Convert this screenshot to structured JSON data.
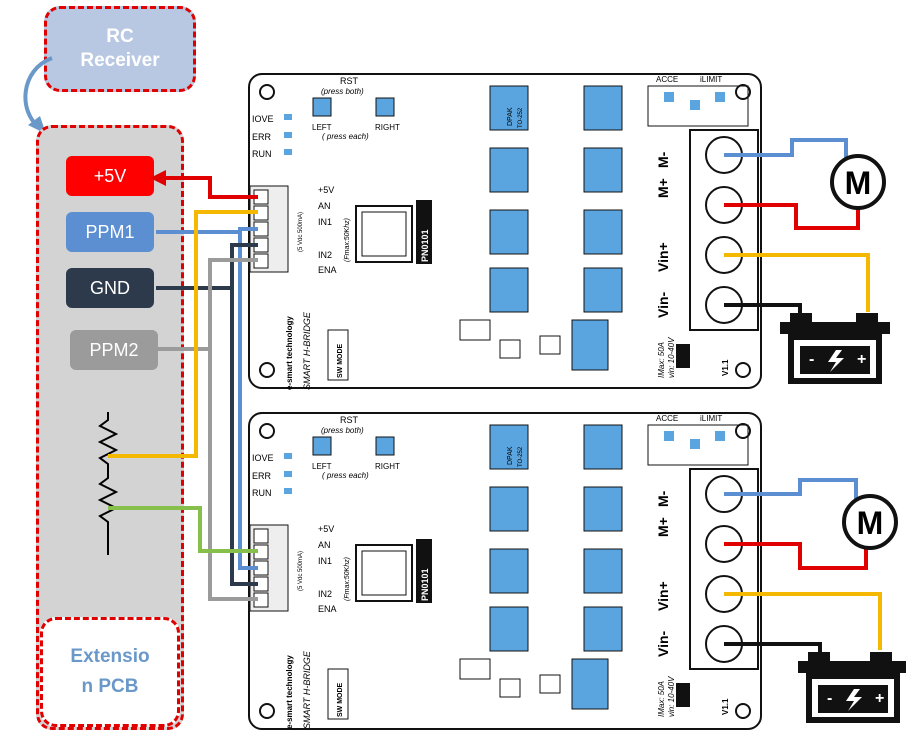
{
  "rc_receiver": {
    "line1": "RC",
    "line2": "Receiver"
  },
  "extension_pcb": {
    "line1": "Extensio",
    "line2": "n PCB",
    "pins": [
      {
        "label": "+5V",
        "color": "#ff0000"
      },
      {
        "label": "PPM1",
        "color": "#5b8fd1"
      },
      {
        "label": "GND",
        "color": "#2d3a4c"
      },
      {
        "label": "PPM2",
        "color": "#9b9b9b"
      }
    ]
  },
  "boards": [
    {
      "silk": {
        "rst": "RST",
        "press_both": "(press  both)",
        "left": "LEFT",
        "right": "RIGHT",
        "press_each": "( press each)",
        "iove": "IOVE",
        "err": "ERR",
        "run": "RUN",
        "pin_5v": "+5V",
        "pin_an": "AN",
        "pin_in1": "IN1",
        "pin_in2": "IN2",
        "pin_ena": "ENA",
        "chip": "PN0101",
        "fmax": "(Fmax:50Khz)",
        "imax_side": "(5 Vdc 500mA)",
        "brand": "e-smart technology",
        "product": "SMART H-BRIDGE",
        "sw_mode": "SW MODE",
        "acce": "ACCE",
        "ilimit": "iLIMIT",
        "m_plus": "M+",
        "m_minus": "M-",
        "vin_plus": "Vin+",
        "vin_minus": "Vin-",
        "imax": "IMax: 50A",
        "vin_range": "vin: 10-40V",
        "version": "V1.1",
        "dpak": "DPAK",
        "to252": "TO-252"
      },
      "motor_label": "M"
    },
    {
      "silk": {
        "rst": "RST",
        "press_both": "(press  both)",
        "left": "LEFT",
        "right": "RIGHT",
        "press_each": "( press each)",
        "iove": "IOVE",
        "err": "ERR",
        "run": "RUN",
        "pin_5v": "+5V",
        "pin_an": "AN",
        "pin_in1": "IN1",
        "pin_in2": "IN2",
        "pin_ena": "ENA",
        "chip": "PN0101",
        "fmax": "(Fmax:50Khz)",
        "imax_side": "(5 Vdc 500mA)",
        "brand": "e-smart technology",
        "product": "SMART H-BRIDGE",
        "sw_mode": "SW MODE",
        "acce": "ACCE",
        "ilimit": "iLIMIT",
        "m_plus": "M+",
        "m_minus": "M-",
        "vin_plus": "Vin+",
        "vin_minus": "Vin-",
        "imax": "IMax: 50A",
        "vin_range": "vin: 10-40V",
        "version": "V1.1",
        "dpak": "DPAK",
        "to252": "TO-252"
      },
      "motor_label": "M"
    }
  ],
  "battery": {
    "minus": "-",
    "plus": "+"
  },
  "wire_colors": {
    "red": "#e00000",
    "blue": "#5b8fd1",
    "yellow": "#f5b800",
    "green": "#86c04a",
    "navy": "#2d3a4c",
    "gray": "#9b9b9b",
    "black": "#111111",
    "arrow": "#6a98c9"
  }
}
